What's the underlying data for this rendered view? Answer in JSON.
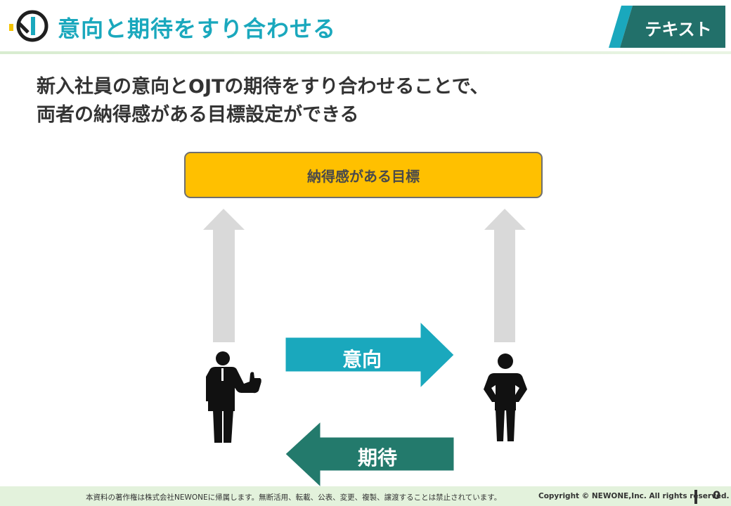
{
  "header": {
    "title": "意向と期待をすり合わせる",
    "tag": "テキスト"
  },
  "lead": {
    "line1": "新入社員の意向とOJTの期待をすり合わせることで、",
    "line2": "両者の納得感がある目標設定ができる"
  },
  "diagram": {
    "goal": "納得感がある目標",
    "intent_label": "意向",
    "expectation_label": "期待"
  },
  "footer": {
    "notice": "本資料の著作権は株式会社NEWONEに帰属します。無断活用、転載、公表、変更、複製、譲渡することは禁止されています。",
    "copyright": "Copyright © NEWONE,Inc.  All rights reserved.",
    "page": "0"
  },
  "colors": {
    "title": "#1aa8bd",
    "tag_bg": "#22706a",
    "tag_accent": "#1aa8bd",
    "goal_box": "#ffc000",
    "intent_arrow": "#1aa8bd",
    "expectation_arrow": "#237a6c",
    "up_arrow": "#d9d9d9",
    "footer_bg": "#e3f2dc"
  },
  "icons": [
    "logo-icon",
    "person-thumbs-up-icon",
    "person-standing-icon"
  ]
}
